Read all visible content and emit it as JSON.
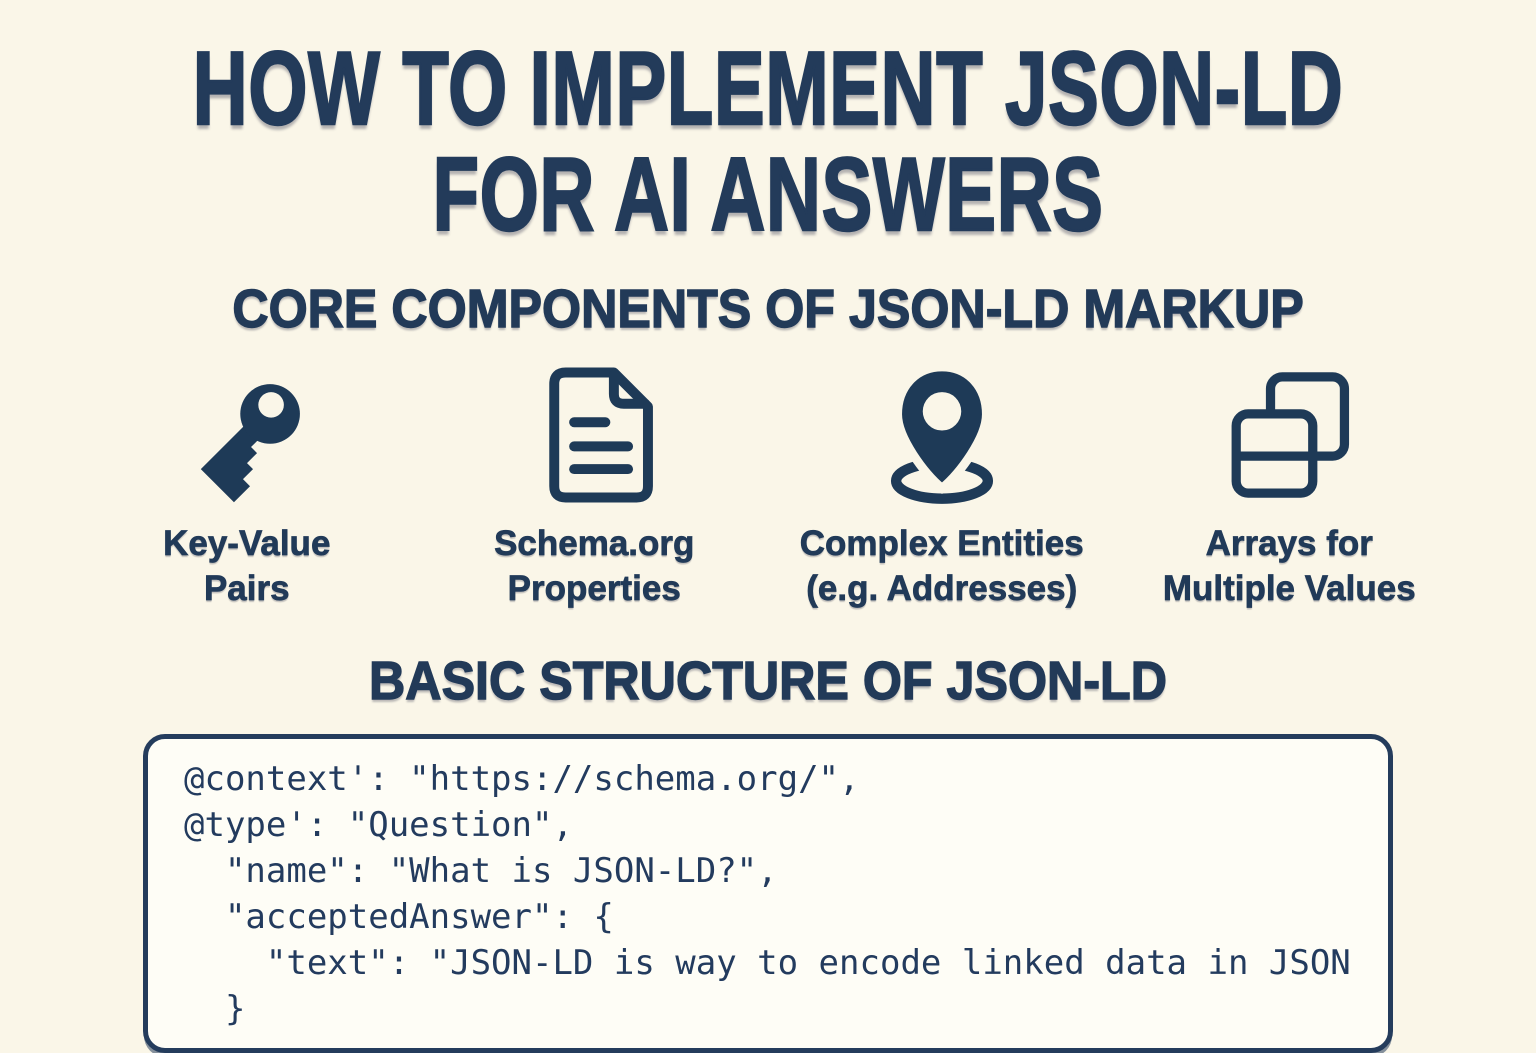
{
  "page": {
    "title_line1": "HOW TO IMPLEMENT JSON-LD",
    "title_line2": "FOR AI ANSWERS",
    "background_color": "#FAF6E8",
    "accent_color": "#213A58",
    "code_box_background": "#FEFDF6"
  },
  "core_components": {
    "heading": "CORE COMPONENTS OF JSON-LD MARKUP",
    "items": [
      {
        "icon": "key-icon",
        "label_line1": "Key-Value",
        "label_line2": "Pairs"
      },
      {
        "icon": "document-icon",
        "label_line1": "Schema.org",
        "label_line2": "Properties"
      },
      {
        "icon": "location-pin-icon",
        "label_line1": "Complex Entities",
        "label_line2": "(e.g. Addresses)"
      },
      {
        "icon": "stacked-cards-icon",
        "label_line1": "Arrays for",
        "label_line2": "Multiple Values"
      }
    ]
  },
  "basic_structure": {
    "heading": "BASIC STRUCTURE OF JSON-LD",
    "code_lines": [
      "@context': \"https://schema.org/\",",
      "@type': \"Question\",",
      "  \"name\": \"What is JSON-LD?\",",
      "  \"acceptedAnswer\": {",
      "    \"text\": \"JSON-LD is way to encode linked data in JSON",
      "  }"
    ]
  }
}
